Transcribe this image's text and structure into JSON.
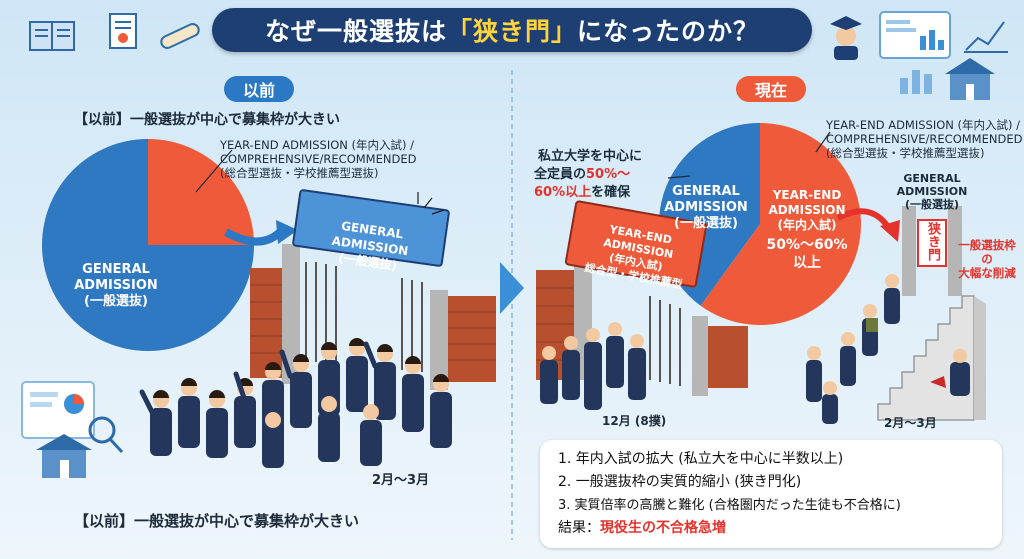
{
  "title": {
    "prefix": "なぜ一般選抜は",
    "highlight": "「狭き門」",
    "suffix": "になったのか？"
  },
  "left": {
    "badge": "以前",
    "heading": "【以前】一般選抜が中心で募集枠が大きい",
    "pie_general_label": [
      "GENERAL",
      "ADMISSION",
      "(一般選抜)"
    ],
    "pie_yearend_callout": [
      "YEAR-END ADMISSION (年内入試) /",
      "COMPREHENSIVE/RECOMMENDED",
      "(総合型選抜・学校推薦型選抜)"
    ],
    "gate_sign": [
      "GENERAL ADMISSION",
      "(一般選抜)"
    ],
    "date": "2月～3月",
    "footer": "【以前】一般選抜が中心で募集枠が大きい"
  },
  "right": {
    "badge": "現在",
    "callout_prefix": "私立大学を中心に",
    "callout_line2_prefix": "全定員の",
    "callout_highlight1": "50%～",
    "callout_highlight2": "60%以上",
    "callout_suffix": "を確保",
    "pie_general_label": [
      "GENERAL",
      "ADMISSION",
      "(一般選抜)"
    ],
    "pie_yearend_label": [
      "YEAR-END",
      "ADMISSION",
      "(年内入試)"
    ],
    "pie_yearend_pct": [
      "50%～60%",
      "以上"
    ],
    "yearend_callout": [
      "YEAR-END ADMISSION (年内入試) /",
      "COMPREHENSIVE/RECOMMENDED",
      "(総合型選抜・学校推薦型選抜)"
    ],
    "gate_sign": [
      "YEAR-END ADMISSION",
      "(年内入試)",
      "総合型・学校推薦型"
    ],
    "gate_date": "12月 (8撲)",
    "narrow_sign": [
      "GENERAL",
      "ADMISSION",
      "(一般選抜)"
    ],
    "narrow_banner": "狭き門",
    "reduction_note": [
      "一般選抜枠の",
      "大幅な削減"
    ],
    "stairs_date": "2月～3月",
    "results": {
      "item1": "1. 年内入試の拡大 (私立大を中心に半数以上)",
      "item2": "2. 一般選抜枠の実質的縮小 (狭き門化)",
      "item3": "3. 実質倍率の高騰と難化 (合格圏内だった生徒も不合格に)",
      "conclusion_prefix": "結果：",
      "conclusion": "現役生の不合格急増"
    }
  },
  "colors": {
    "navy": "#1d3f73",
    "blue": "#2b79c4",
    "pie_blue": "#2f78c2",
    "orange": "#ef5a3a",
    "red": "#e6322c",
    "yellow": "#ffd43b"
  },
  "chart_data": [
    {
      "type": "pie",
      "title": "以前",
      "categories": [
        "GENERAL ADMISSION (一般選抜)",
        "YEAR-END ADMISSION (年内入試) / COMPREHENSIVE/RECOMMENDED"
      ],
      "values": [
        75,
        25
      ]
    },
    {
      "type": "pie",
      "title": "現在",
      "categories": [
        "GENERAL ADMISSION (一般選抜)",
        "YEAR-END ADMISSION (年内入試)"
      ],
      "values": [
        40,
        60
      ]
    }
  ]
}
